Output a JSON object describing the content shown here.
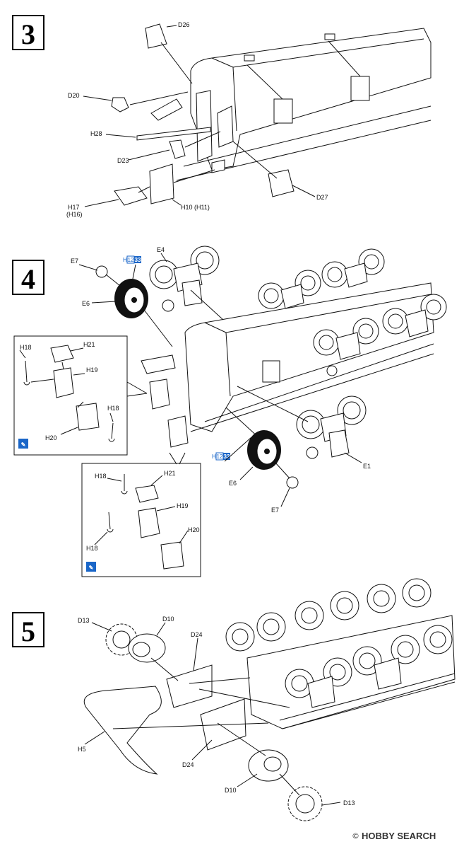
{
  "steps": [
    {
      "number": "3",
      "labels": [
        "D26",
        "D20",
        "H28",
        "D23",
        "H17",
        "(H16)",
        "H10 (H11)",
        "D27"
      ]
    },
    {
      "number": "4",
      "labels": [
        "E7",
        "E4",
        "E6",
        "E1",
        "E6",
        "E7"
      ],
      "paint_callouts": [
        {
          "prefix": "H",
          "codes": [
            "12",
            "33"
          ]
        },
        {
          "prefix": "H",
          "codes": [
            "12",
            "33"
          ]
        }
      ],
      "insets": [
        {
          "labels": [
            "H18",
            "H21",
            "H19",
            "H18",
            "H20"
          ]
        },
        {
          "labels": [
            "H18",
            "H21",
            "H19",
            "H18",
            "H20"
          ]
        }
      ]
    },
    {
      "number": "5",
      "labels": [
        "D13",
        "D10",
        "D24",
        "H5",
        "D24",
        "D10",
        "D13"
      ]
    }
  ],
  "watermark": {
    "symbol": "©",
    "text": "HOBBY SEARCH"
  },
  "colors": {
    "line": "#111111",
    "paint_blue": "#1a66c8",
    "background": "#ffffff"
  }
}
